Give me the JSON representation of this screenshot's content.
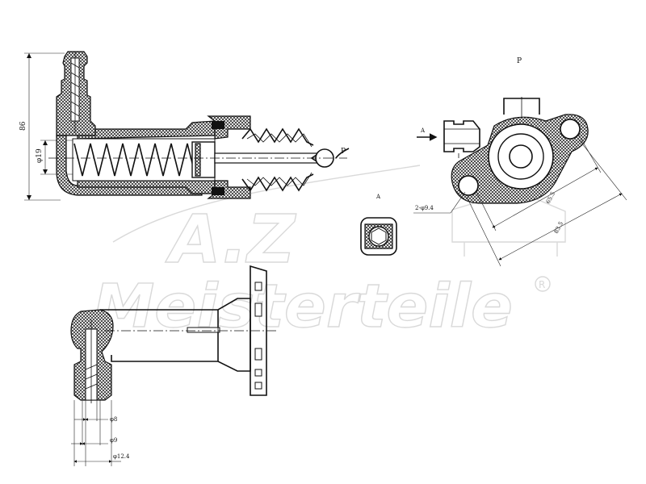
{
  "labels": {
    "height_86": "86",
    "dia_19": "φ19",
    "port_p_left": "P",
    "port_p_top": "P",
    "section_a_arrow": "A",
    "section_a_view": "A",
    "holes": "2-φ9.4",
    "dim_65_5": "65.5",
    "dim_83_5": "83.5",
    "dia_8": "φ8",
    "dia_9": "φ9",
    "dia_12_4": "φ12.4"
  },
  "watermark": {
    "logo_letters": "A.Z",
    "brand": "Meisterteile",
    "registered": "R"
  }
}
